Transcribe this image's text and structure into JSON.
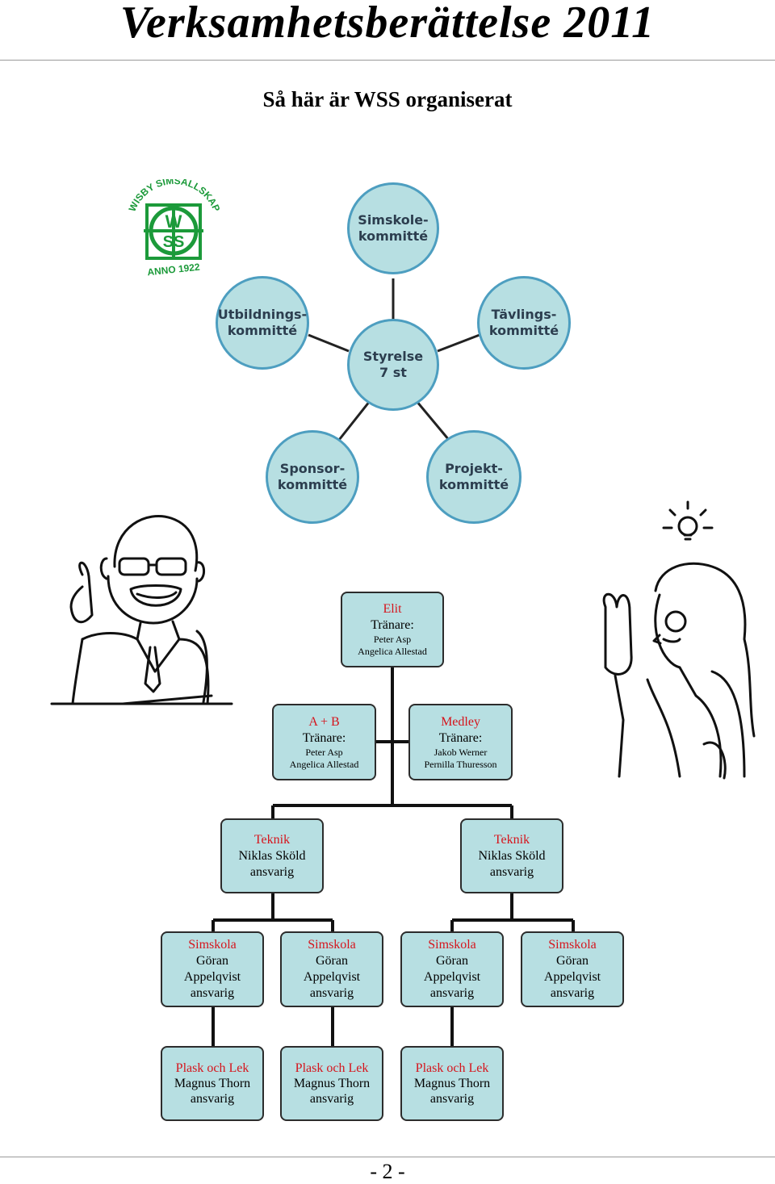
{
  "header": {
    "title": "Verksamhetsberättelse 2011"
  },
  "subtitle": "Så här är WSS organiserat",
  "logo": {
    "top_text": "WISBY SIMSÄLLSKAP",
    "bottom_text": "ANNO 1922"
  },
  "committees": {
    "center": "Styrelse\n7 st",
    "top": "Simskole-\nkommitté",
    "upper_left": "Utbildnings-\nkommitté",
    "upper_right": "Tävlings-\nkommitté",
    "lower_left": "Sponsor-\nkommitté",
    "lower_right": "Projekt-\nkommitté"
  },
  "org": {
    "elit": {
      "name": "Elit",
      "role": "Tränare:",
      "people": [
        "Peter Asp",
        "Angelica Allestad"
      ]
    },
    "ab": {
      "name": "A +  B",
      "role": "Tränare:",
      "people": [
        "Peter Asp",
        "Angelica Allestad"
      ]
    },
    "medley": {
      "name": "Medley",
      "role": "Tränare:",
      "people": [
        "Jakob Werner",
        "Pernilla Thuresson"
      ]
    },
    "teknik": [
      {
        "name": "Teknik",
        "person": "Niklas Sköld",
        "role": "ansvarig"
      },
      {
        "name": "Teknik",
        "person": "Niklas Sköld",
        "role": "ansvarig"
      }
    ],
    "simskola": [
      {
        "name": "Simskola",
        "person1": "Göran",
        "person2": "Appelqvist",
        "role": "ansvarig"
      },
      {
        "name": "Simskola",
        "person1": "Göran",
        "person2": "Appelqvist",
        "role": "ansvarig"
      },
      {
        "name": "Simskola",
        "person1": "Göran",
        "person2": "Appelqvist",
        "role": "ansvarig"
      },
      {
        "name": "Simskola",
        "person1": "Göran",
        "person2": "Appelqvist",
        "role": "ansvarig"
      }
    ],
    "plask": [
      {
        "name": "Plask och Lek",
        "person": "Magnus Thorn",
        "role": "ansvarig"
      },
      {
        "name": "Plask och Lek",
        "person": "Magnus Thorn",
        "role": "ansvarig"
      },
      {
        "name": "Plask och Lek",
        "person": "Magnus Thorn",
        "role": "ansvarig"
      }
    ]
  },
  "footer": {
    "page_number": "- 2 -"
  },
  "colors": {
    "box_fill": "#b7dfe2",
    "accent_red": "#d6141c",
    "logo_green": "#1c9a3a",
    "bubble_border": "#4d9ec0"
  }
}
